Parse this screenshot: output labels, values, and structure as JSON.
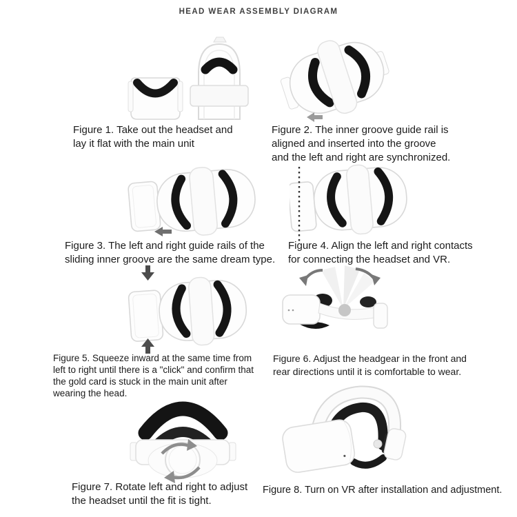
{
  "page": {
    "title": "HEAD WEAR ASSEMBLY DIAGRAM"
  },
  "colors": {
    "caption_text": "#1b1b1b",
    "title_text": "#404040",
    "pad_black": "#161616",
    "shell_white": "#fdfdfd",
    "outline_gray": "#d9d9d9",
    "arrow_light_gray": "#9b9b9b",
    "arrow_dark_gray": "#4c4c4c",
    "rotate_arrow_gray": "#8d8d8d"
  },
  "figures": [
    {
      "id": "figure-1",
      "image": "headset-and-strap-front-view",
      "caption": "Figure 1. Take out the headset and\nlay it flat with the main unit"
    },
    {
      "id": "figure-2",
      "image": "strap-top-view-with-left-arrow",
      "caption": "Figure 2. The inner groove guide rail is\naligned and inserted into the groove\nand the left and right are synchronized."
    },
    {
      "id": "figure-3",
      "image": "strap-top-view-sliding-with-left-arrow",
      "caption": "Figure 3. The left and right guide rails of the\nsliding inner groove are the same dream type."
    },
    {
      "id": "figure-4",
      "image": "strap-top-view-with-alignment-dotted-line",
      "caption": "Figure 4. Align the left and right contacts\nfor connecting the headset and VR."
    },
    {
      "id": "figure-5",
      "image": "strap-top-view-squeeze-inward-arrows",
      "caption": "Figure 5. Squeeze inward at the same time from\nleft to right until there is a \"click\" and confirm that\nthe gold card is stuck in the main unit after\nwearing the head."
    },
    {
      "id": "figure-6",
      "image": "headset-side-view-swing-adjust-arrows",
      "caption": "Figure 6. Adjust the headgear in the front and\nrear directions until it is comfortable to wear."
    },
    {
      "id": "figure-7",
      "image": "strap-back-view-rotate-dial-arrows",
      "caption": "Figure 7. Rotate left and right to adjust\nthe headset until the fit is tight."
    },
    {
      "id": "figure-8",
      "image": "assembled-headset-three-quarter-view",
      "caption": "Figure 8. Turn on VR after installation and adjustment."
    }
  ]
}
